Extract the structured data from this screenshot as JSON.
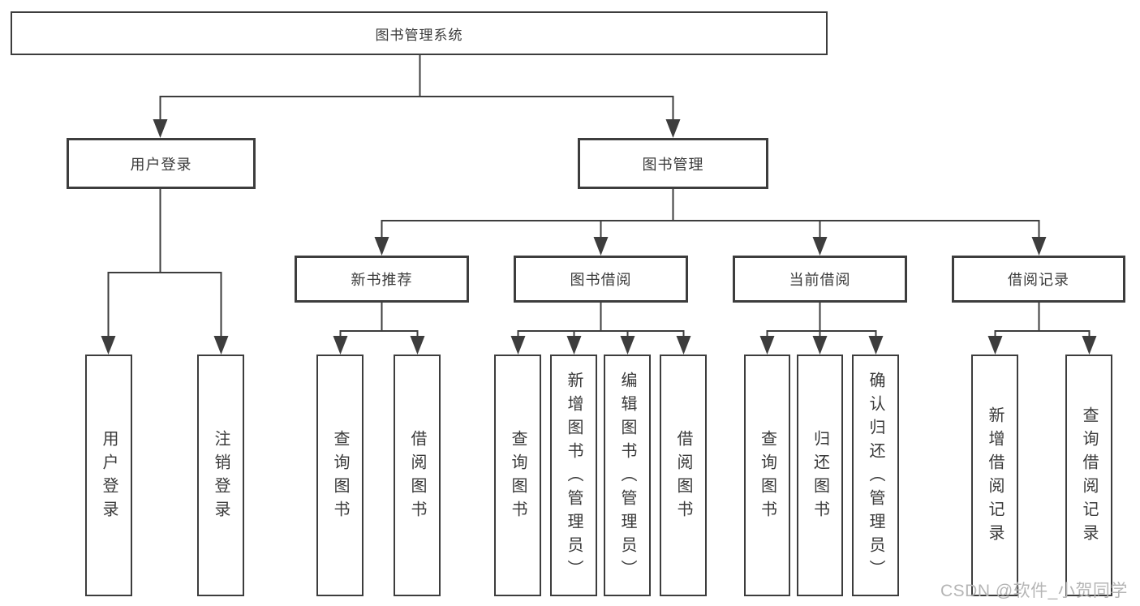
{
  "diagram": {
    "root": {
      "label": "图书管理系统"
    },
    "level2": [
      {
        "label": "用户登录"
      },
      {
        "label": "图书管理"
      }
    ],
    "level3": [
      {
        "label": "新书推荐"
      },
      {
        "label": "图书借阅"
      },
      {
        "label": "当前借阅"
      },
      {
        "label": "借阅记录"
      }
    ],
    "leaves": {
      "user_login": [
        "用户登录",
        "注销登录"
      ],
      "new_book_recommend": [
        "查询图书",
        "借阅图书"
      ],
      "book_borrow": [
        "查询图书",
        "新增图书（管理员）",
        "编辑图书（管理员）",
        "借阅图书"
      ],
      "current_borrow": [
        "查询图书",
        "归还图书",
        "确认归还（管理员）"
      ],
      "borrow_record": [
        "新增借阅记录",
        "查询借阅记录"
      ]
    }
  },
  "watermark": {
    "text": "CSDN @软件_小贺同学"
  },
  "colors": {
    "line": "#3d3d3d",
    "text": "#3a3a3a",
    "watermark": "#b5b5b5",
    "background": "#ffffff"
  }
}
